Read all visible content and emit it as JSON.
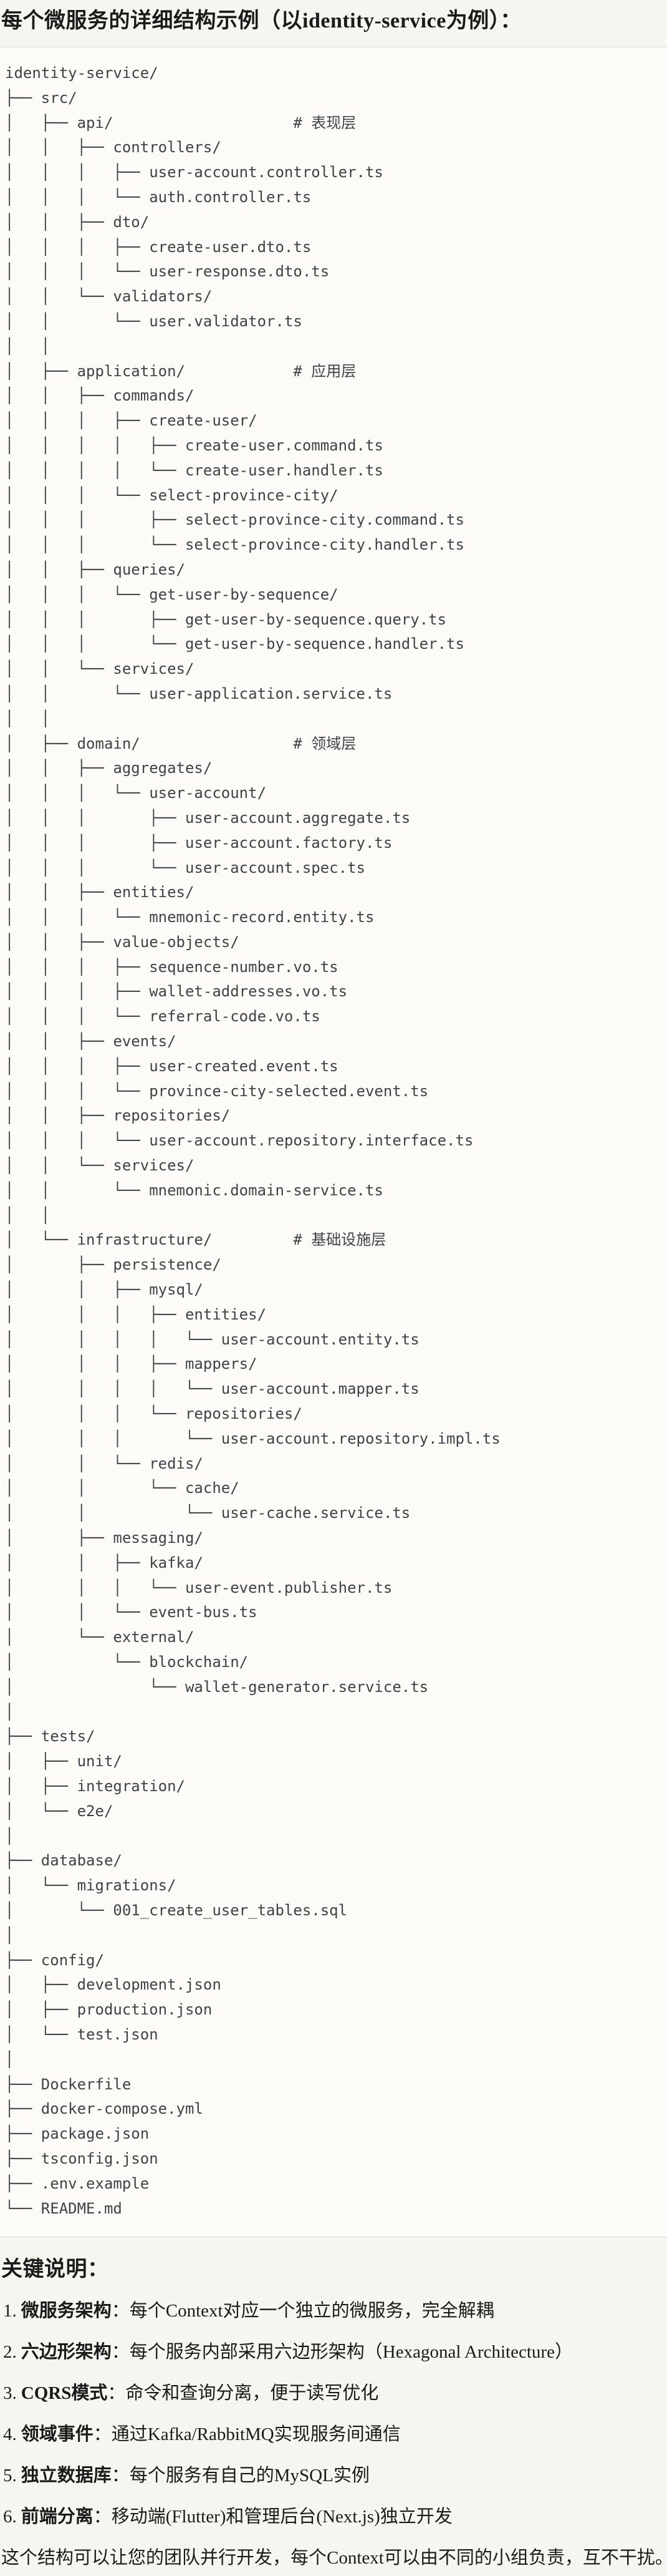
{
  "page": {
    "title": "每个微服务的详细结构示例（以identity-service为例）："
  },
  "colors": {
    "page_bg": "#F7F5EF",
    "code_bg": "#FCFBF7",
    "code_border": "#DFDCD5",
    "code_text": "#3E4347",
    "body_text": "#1A1A1A"
  },
  "tree": {
    "lines": [
      "identity-service/",
      "├── src/",
      "│   ├── api/                    # 表现层",
      "│   │   ├── controllers/",
      "│   │   │   ├── user-account.controller.ts",
      "│   │   │   └── auth.controller.ts",
      "│   │   ├── dto/",
      "│   │   │   ├── create-user.dto.ts",
      "│   │   │   └── user-response.dto.ts",
      "│   │   └── validators/",
      "│   │       └── user.validator.ts",
      "│   │",
      "│   ├── application/            # 应用层",
      "│   │   ├── commands/",
      "│   │   │   ├── create-user/",
      "│   │   │   │   ├── create-user.command.ts",
      "│   │   │   │   └── create-user.handler.ts",
      "│   │   │   └── select-province-city/",
      "│   │   │       ├── select-province-city.command.ts",
      "│   │   │       └── select-province-city.handler.ts",
      "│   │   ├── queries/",
      "│   │   │   └── get-user-by-sequence/",
      "│   │   │       ├── get-user-by-sequence.query.ts",
      "│   │   │       └── get-user-by-sequence.handler.ts",
      "│   │   └── services/",
      "│   │       └── user-application.service.ts",
      "│   │",
      "│   ├── domain/                 # 领域层",
      "│   │   ├── aggregates/",
      "│   │   │   └── user-account/",
      "│   │   │       ├── user-account.aggregate.ts",
      "│   │   │       ├── user-account.factory.ts",
      "│   │   │       └── user-account.spec.ts",
      "│   │   ├── entities/",
      "│   │   │   └── mnemonic-record.entity.ts",
      "│   │   ├── value-objects/",
      "│   │   │   ├── sequence-number.vo.ts",
      "│   │   │   ├── wallet-addresses.vo.ts",
      "│   │   │   └── referral-code.vo.ts",
      "│   │   ├── events/",
      "│   │   │   ├── user-created.event.ts",
      "│   │   │   └── province-city-selected.event.ts",
      "│   │   ├── repositories/",
      "│   │   │   └── user-account.repository.interface.ts",
      "│   │   └── services/",
      "│   │       └── mnemonic.domain-service.ts",
      "│   │",
      "│   └── infrastructure/         # 基础设施层",
      "│       ├── persistence/",
      "│       │   ├── mysql/",
      "│       │   │   ├── entities/",
      "│       │   │   │   └── user-account.entity.ts",
      "│       │   │   ├── mappers/",
      "│       │   │   │   └── user-account.mapper.ts",
      "│       │   │   └── repositories/",
      "│       │   │       └── user-account.repository.impl.ts",
      "│       │   └── redis/",
      "│       │       └── cache/",
      "│       │           └── user-cache.service.ts",
      "│       ├── messaging/",
      "│       │   ├── kafka/",
      "│       │   │   └── user-event.publisher.ts",
      "│       │   └── event-bus.ts",
      "│       └── external/",
      "│           └── blockchain/",
      "│               └── wallet-generator.service.ts",
      "│",
      "├── tests/",
      "│   ├── unit/",
      "│   ├── integration/",
      "│   └── e2e/",
      "│",
      "├── database/",
      "│   └── migrations/",
      "│       └── 001_create_user_tables.sql",
      "│",
      "├── config/",
      "│   ├── development.json",
      "│   ├── production.json",
      "│   └── test.json",
      "│",
      "├── Dockerfile",
      "├── docker-compose.yml",
      "├── package.json",
      "├── tsconfig.json",
      "├── .env.example",
      "└── README.md"
    ]
  },
  "notes": {
    "heading": "关键说明：",
    "items": [
      {
        "num": "1.",
        "term": "微服务架构",
        "rest": "：每个Context对应一个独立的微服务，完全解耦"
      },
      {
        "num": "2.",
        "term": "六边形架构",
        "rest": "：每个服务内部采用六边形架构（Hexagonal Architecture）"
      },
      {
        "num": "3.",
        "term": "CQRS模式",
        "rest": "：命令和查询分离，便于读写优化"
      },
      {
        "num": "4.",
        "term": "领域事件",
        "rest": "：通过Kafka/RabbitMQ实现服务间通信"
      },
      {
        "num": "5.",
        "term": "独立数据库",
        "rest": "：每个服务有自己的MySQL实例"
      },
      {
        "num": "6.",
        "term": "前端分离",
        "rest": "：移动端(Flutter)和管理后台(Next.js)独立开发"
      }
    ],
    "footer": "这个结构可以让您的团队并行开发，每个Context可以由不同的小组负责，互不干扰。"
  }
}
